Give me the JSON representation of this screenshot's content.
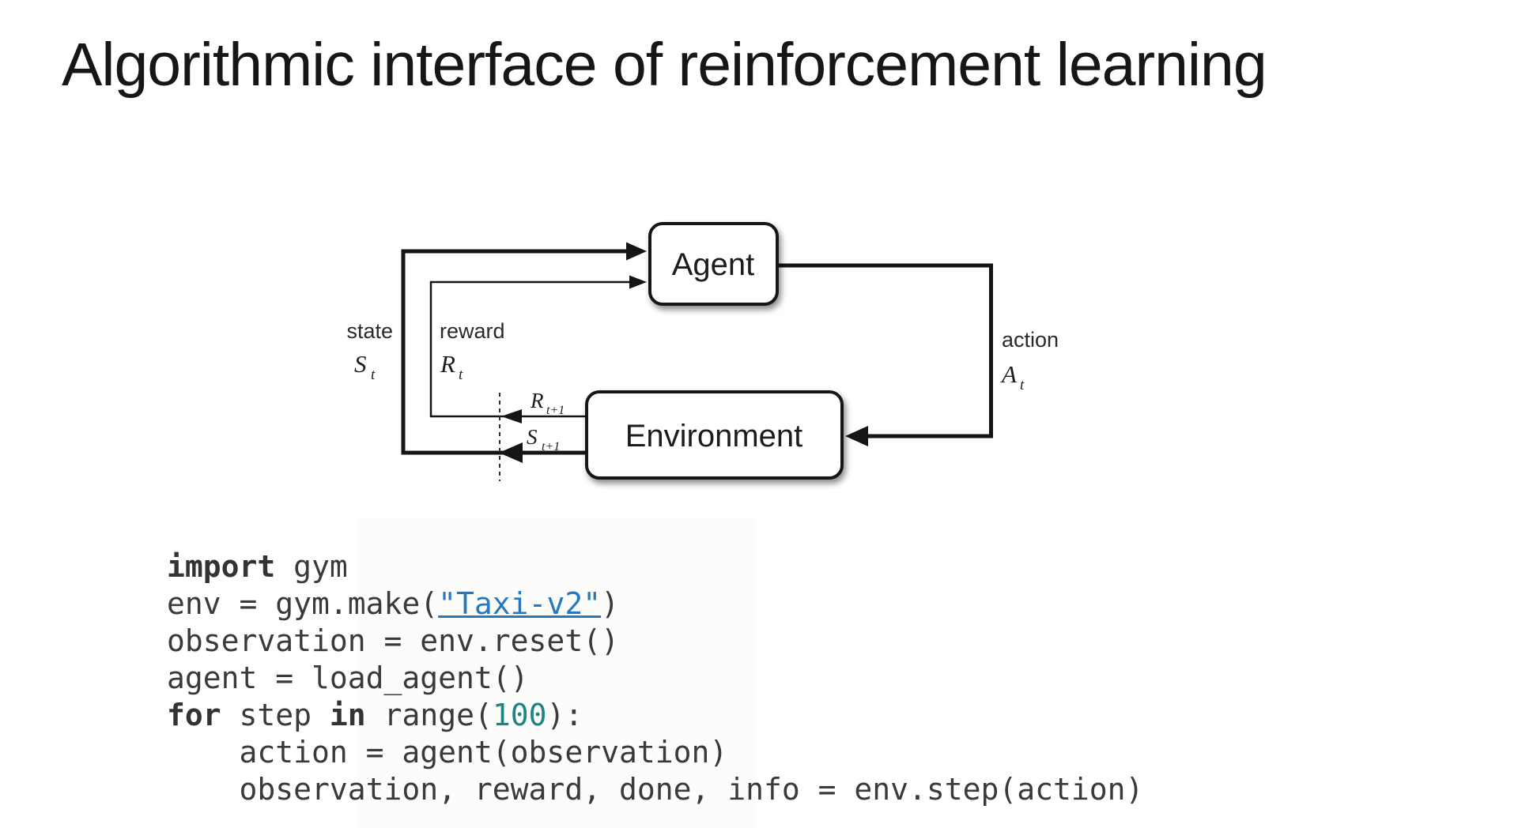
{
  "slide": {
    "title": "Algorithmic interface of reinforcement learning"
  },
  "diagram": {
    "agent_label": "Agent",
    "environment_label": "Environment",
    "state_label": "state",
    "state_symbol": {
      "main": "S",
      "sub": "t"
    },
    "reward_label": "reward",
    "reward_symbol": {
      "main": "R",
      "sub": "t"
    },
    "next_reward_symbol": {
      "main": "R",
      "sub": "t+1"
    },
    "next_state_symbol": {
      "main": "S",
      "sub": "t+1"
    },
    "action_label": "action",
    "action_symbol": {
      "main": "A",
      "sub": "t"
    }
  },
  "code": {
    "line1": {
      "kw": "import",
      "rest": " gym"
    },
    "line2": {
      "pre": "env = gym.make(",
      "link": "\"Taxi-v2\"",
      "post": ")"
    },
    "line3": {
      "text": "observation = env.reset()"
    },
    "line4": {
      "text": "agent = load_agent()"
    },
    "line5": {
      "kw1": "for",
      "mid1": " step ",
      "kw2": "in",
      "mid2": " range(",
      "num": "100",
      "post": "):"
    },
    "line6": {
      "text": "    action = agent(observation)"
    },
    "line7": {
      "text": "    observation, reward, done, info = env.step(action)"
    }
  },
  "colors": {
    "link_blue": "#2878bd",
    "number_teal": "#1e8480",
    "code_text": "#3a3a3a",
    "diagram_ink": "#151515"
  }
}
